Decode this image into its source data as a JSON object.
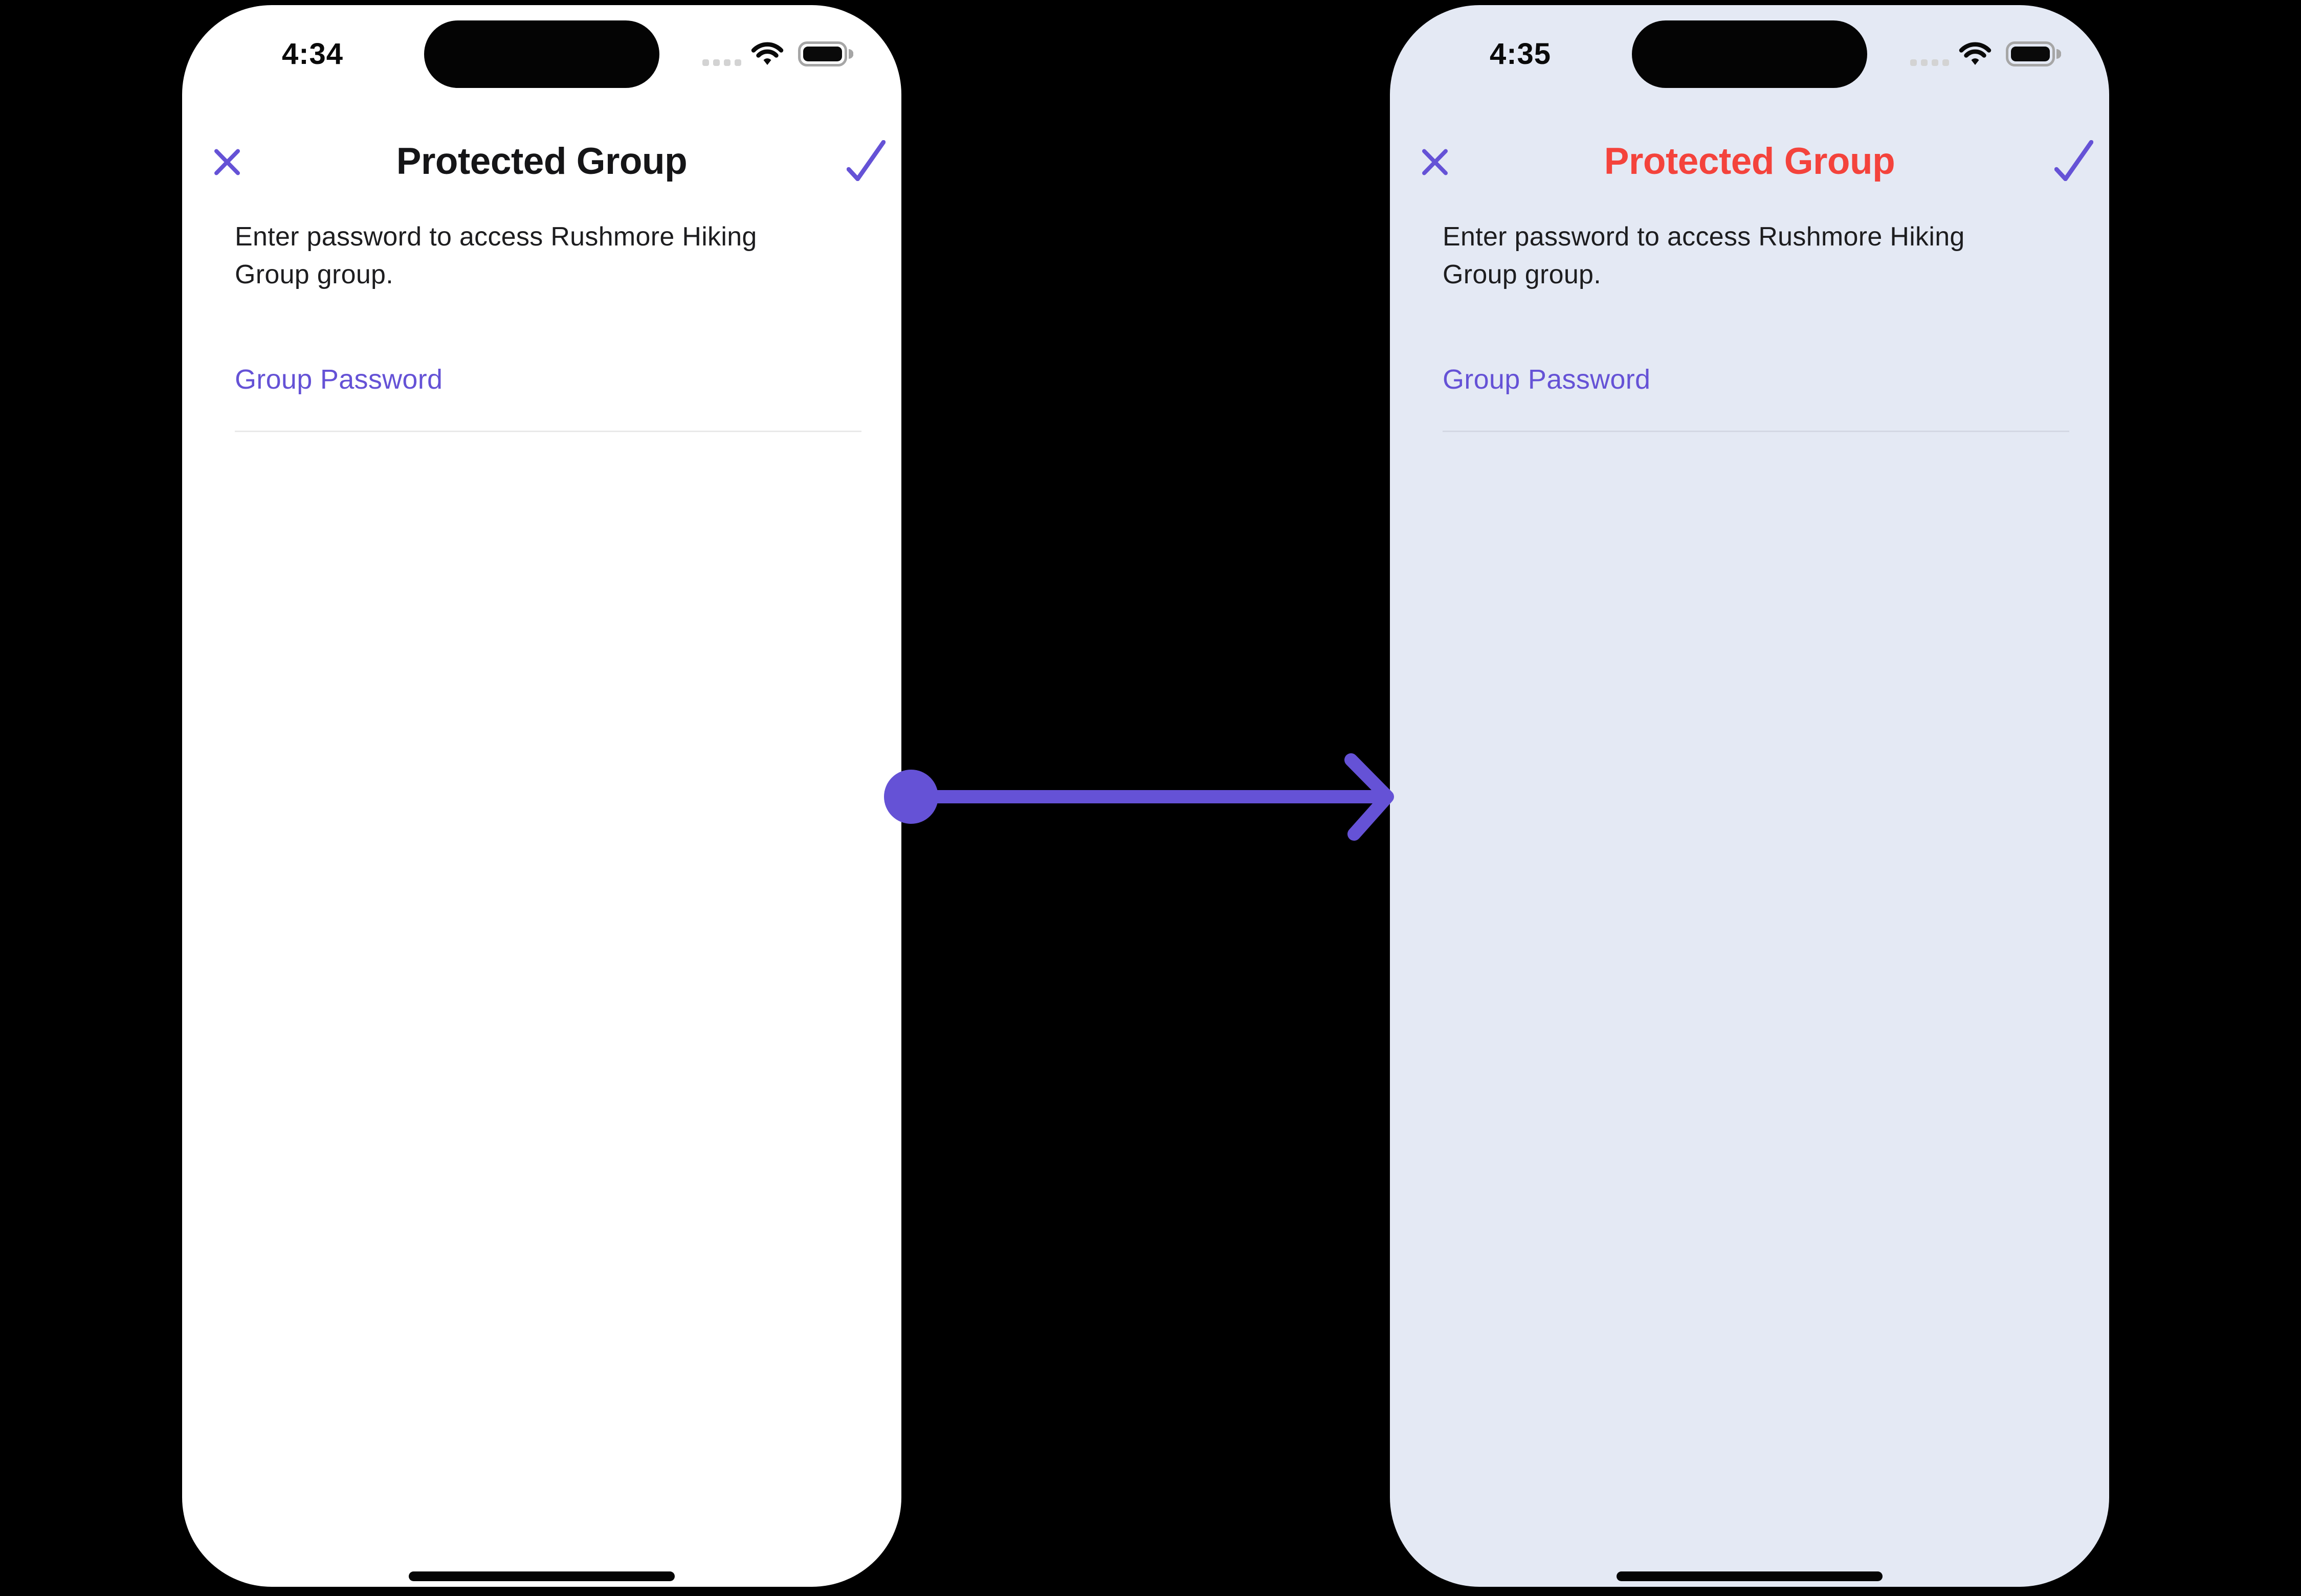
{
  "colors": {
    "canvas_bg": "#000000",
    "accent": "#6552d6",
    "title_red": "#f4433c",
    "title_dark": "#151517",
    "body_text": "#1d1d1f",
    "status_dots": "#d3d3d3",
    "battery_outline": "#a6a6a6"
  },
  "icons": {
    "close": "✕",
    "confirm": "✓",
    "cellular": "four-dots",
    "wifi": "wifi-fan",
    "battery": "battery-full"
  },
  "arrow": {
    "color": "#6552d6",
    "direction": "right"
  },
  "phones": [
    {
      "name": "before",
      "bg": "#ffffff",
      "underline_color": "#e9e9e9",
      "status": {
        "time": "4:34"
      },
      "nav": {
        "title": "Protected Group",
        "title_color": "#151517"
      },
      "description_lines": [
        "Enter password to access Rushmore Hiking",
        "Group group."
      ],
      "password_field": {
        "label": "Group Password",
        "value": ""
      }
    },
    {
      "name": "after",
      "bg": "#e4e9f4",
      "underline_color": "#d4d8e4",
      "status": {
        "time": "4:35"
      },
      "nav": {
        "title": "Protected Group",
        "title_color": "#f4433c"
      },
      "description_lines": [
        "Enter password to access Rushmore Hiking",
        "Group group."
      ],
      "password_field": {
        "label": "Group Password",
        "value": ""
      }
    }
  ]
}
